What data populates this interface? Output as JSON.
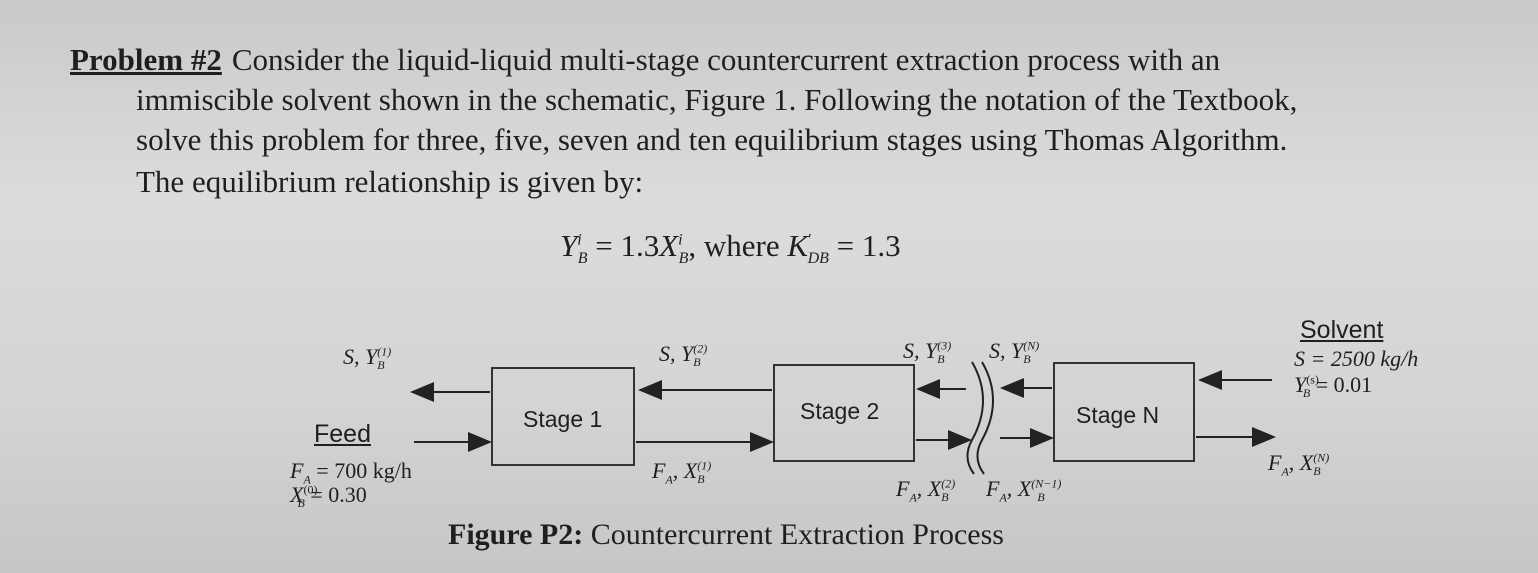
{
  "problem": {
    "label": "Problem #2",
    "line1": "Consider the liquid-liquid multi-stage countercurrent extraction process with an",
    "line2": "immiscible solvent shown in the schematic, Figure 1. Following the notation of the Textbook,",
    "line3": "solve this problem for three, five, seven and ten equilibrium stages using Thomas Algorithm.",
    "line4": "The equilibrium relationship is given by:"
  },
  "equation": {
    "lhs": "Y",
    "lhs_sub": "B",
    "lhs_sup": "i",
    "equals": " = 1.3",
    "rhs": "X",
    "rhs_sub": "B",
    "rhs_sup": "i",
    "where": ",  where ",
    "k": "K",
    "k_sup": "′",
    "k_sub": "DB",
    "k_val": " = 1.3"
  },
  "diagram": {
    "stages": [
      "Stage 1",
      "Stage 2",
      "Stage N"
    ],
    "feed_title": "Feed",
    "feed_fa": "F",
    "feed_fa_sub": "A",
    "feed_fa_val": " = 700 kg/h",
    "feed_xb": "X",
    "feed_xb_sup": "(0)",
    "feed_xb_sub": "B",
    "feed_xb_val": " = 0.30",
    "solvent_title": "Solvent",
    "solvent_s": "S = 2500 kg/h",
    "solvent_y": "Y",
    "solvent_y_sup": "(s)",
    "solvent_y_sub": "B",
    "solvent_y_val": " = 0.01",
    "top_streams": [
      {
        "pre": "S, Y",
        "sup": "(1)",
        "sub": "B"
      },
      {
        "pre": "S, Y",
        "sup": "(2)",
        "sub": "B"
      },
      {
        "pre": "S, Y",
        "sup": "(3)",
        "sub": "B"
      },
      {
        "pre": "S, Y",
        "sup": "(N)",
        "sub": "B"
      }
    ],
    "bottom_streams": [
      {
        "pre": "F",
        "a": "A",
        "mid": ", X",
        "sup": "(1)",
        "sub": "B"
      },
      {
        "pre": "F",
        "a": "A",
        "mid": ", X",
        "sup": "(2)",
        "sub": "B"
      },
      {
        "pre": "F",
        "a": "A",
        "mid": ", X",
        "sup": "(N−1)",
        "sub": "B"
      },
      {
        "pre": "F",
        "a": "A",
        "mid": ", X",
        "sup": "(N)",
        "sub": "B"
      }
    ]
  },
  "caption": {
    "label": "Figure P2:",
    "text": " Countercurrent Extraction Process"
  }
}
